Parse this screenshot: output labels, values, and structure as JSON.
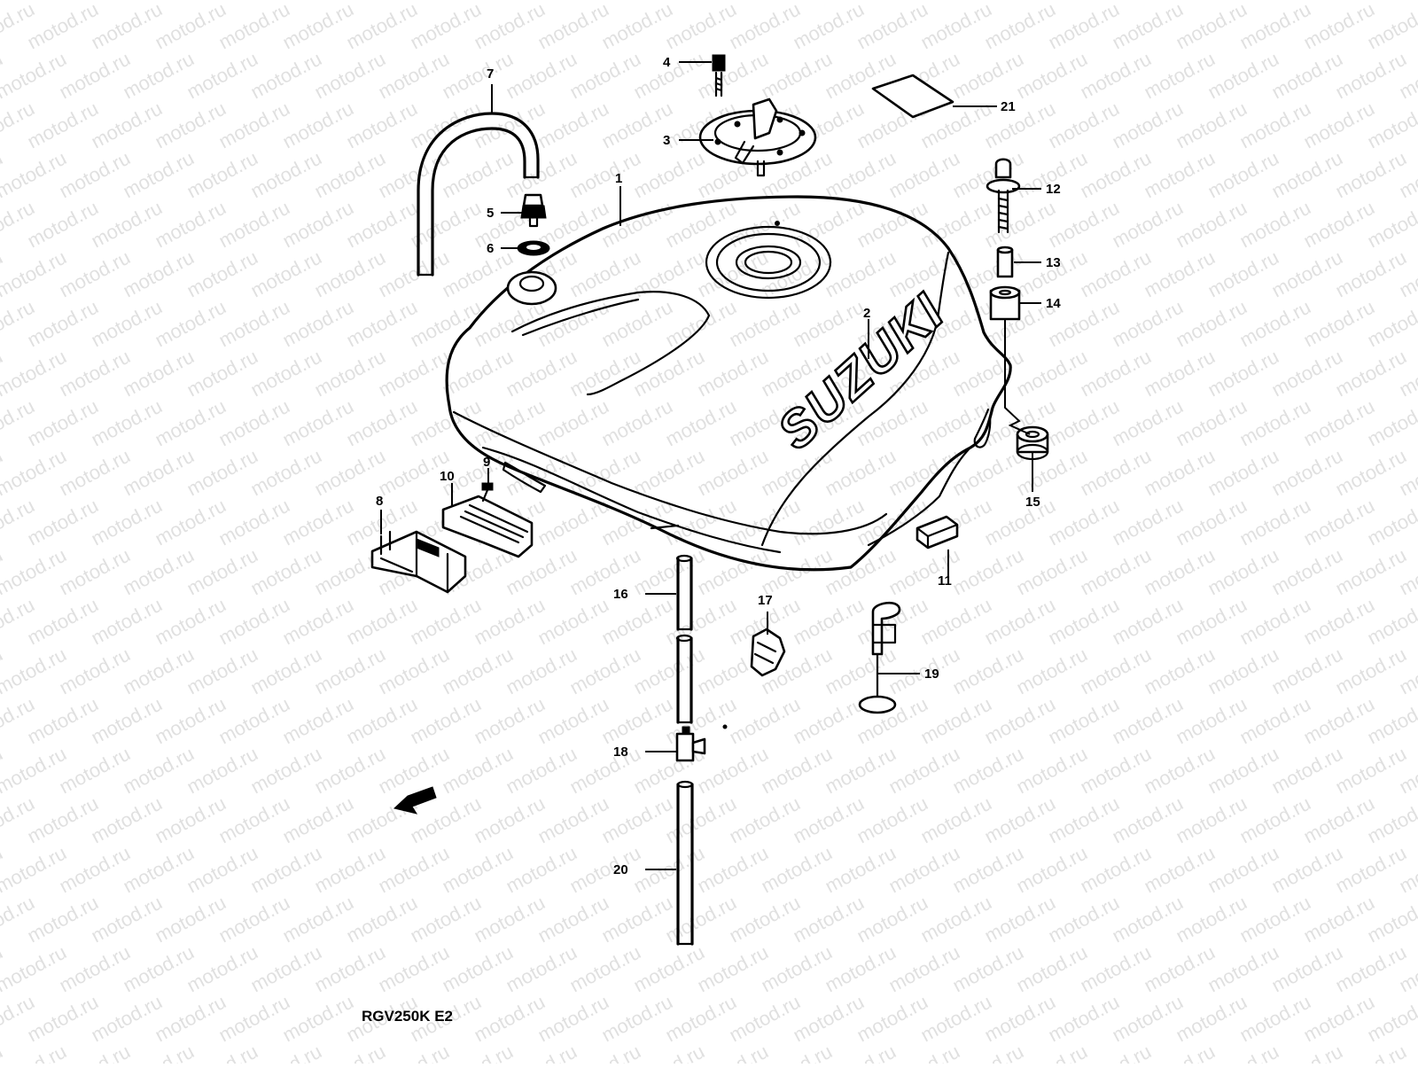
{
  "diagram": {
    "watermark_text": "motod.ru",
    "brand_text": "SUZUKI",
    "model_code": "RGV250K E2",
    "callouts": [
      {
        "id": "1",
        "label": "1"
      },
      {
        "id": "2",
        "label": "2"
      },
      {
        "id": "3",
        "label": "3"
      },
      {
        "id": "4",
        "label": "4"
      },
      {
        "id": "5",
        "label": "5"
      },
      {
        "id": "6",
        "label": "6"
      },
      {
        "id": "7",
        "label": "7"
      },
      {
        "id": "8",
        "label": "8"
      },
      {
        "id": "9",
        "label": "9"
      },
      {
        "id": "10",
        "label": "10"
      },
      {
        "id": "11",
        "label": "11"
      },
      {
        "id": "12",
        "label": "12"
      },
      {
        "id": "13",
        "label": "13"
      },
      {
        "id": "14",
        "label": "14"
      },
      {
        "id": "15",
        "label": "15"
      },
      {
        "id": "16",
        "label": "16"
      },
      {
        "id": "17",
        "label": "17"
      },
      {
        "id": "18",
        "label": "18"
      },
      {
        "id": "19",
        "label": "19"
      },
      {
        "id": "20",
        "label": "20"
      },
      {
        "id": "21",
        "label": "21"
      }
    ]
  }
}
